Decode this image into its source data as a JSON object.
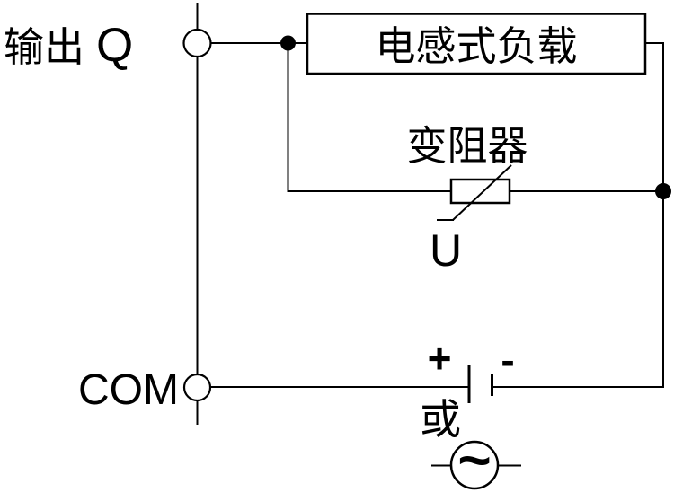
{
  "diagram": {
    "output_terminal": {
      "label_cjk": "输出",
      "label_latin": "Q"
    },
    "com_terminal": {
      "label": "COM"
    },
    "inductive_load": {
      "label": "电感式负载"
    },
    "varistor": {
      "label": "变阻器",
      "value_label": "U"
    },
    "dc_source": {
      "plus_label": "+",
      "minus_label": "-"
    },
    "ac_alternative": {
      "or_label": "或",
      "ac_symbol": "~"
    },
    "colors": {
      "stroke": "#000000",
      "background": "#ffffff"
    }
  }
}
